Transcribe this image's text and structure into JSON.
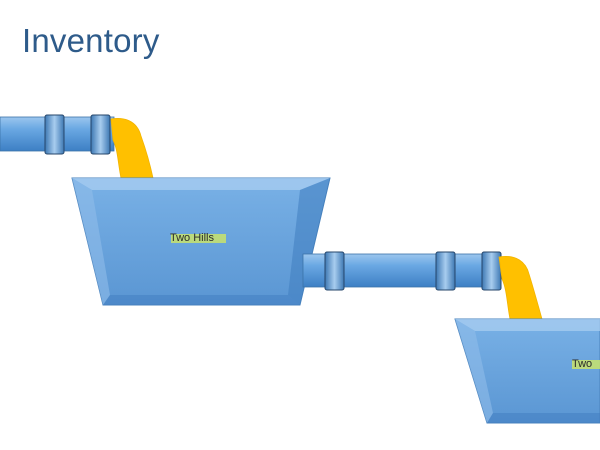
{
  "slide": {
    "title": "Inventory"
  },
  "tanks": [
    {
      "label": "Two Hills",
      "sublabel": ""
    },
    {
      "label": "Two",
      "sublabel": ""
    }
  ],
  "colors": {
    "title": "#2e5b8a",
    "pipe": "#5b9bd5",
    "tank": "#6fa6df",
    "flow": "#ffc000",
    "label_highlight": "#c9e36b"
  }
}
